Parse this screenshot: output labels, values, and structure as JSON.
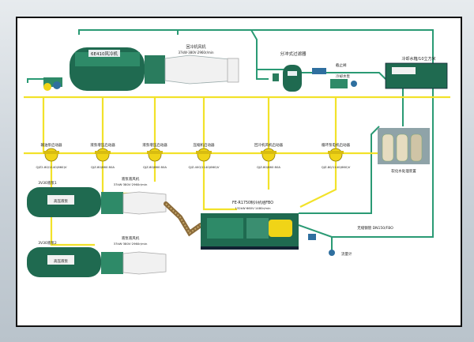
{
  "colors": {
    "pipe_green": "#2a9a74",
    "cable_yellow": "#f2e22a",
    "equipment_green": "#1f6a50",
    "motor_yellow": "#f0d417",
    "fan_white": "#f1f1f1"
  },
  "labels": {
    "main_unit": "6E410风冷机",
    "exhaust_fan": "回冷机风机",
    "exhaust_fan_spec": "37kW·380V·2960r/min",
    "separator": "分冲式过滤器",
    "water_tank": "冷却水箱/10立方米",
    "pump_label": "冷却水泵",
    "valve_label": "截止阀",
    "starter_1": "输油泵启动器",
    "starter_2": "液泵增压启动器",
    "starter_3": "液泵增压启动器",
    "starter_4": "压缩机启动器",
    "starter_5": "回冷机风机启动器",
    "starter_6": "循环泵电机启动器",
    "starter_1_spec": "QJZ2-80/1140(660)V",
    "starter_2_spec": "QJZ-80/660 80A",
    "starter_3_spec": "QJZ-80/660 80A",
    "starter_4_spec": "QJZ-400/1140(660)V",
    "starter_5_spec": "QJZ-80/660 80A",
    "starter_6_spec": "QJZ-80/1140(660)V",
    "treatment": "软化水处理装置",
    "tank_a": "3V30液泵1",
    "tank_a_sign": "高压液泵",
    "tank_a_fan": "液泵液风机",
    "tank_a_fan_spec": "37kW·380V·2960r/min",
    "tank_b": "3V30液泵2",
    "tank_b_sign": "高压液泵",
    "tank_b_fan": "液泵液风机",
    "tank_b_fan_spec": "37kW·380V·2960r/min",
    "compressor": "FE-R1750制冷机组FBO",
    "compressor_spec": "132kW·660V·1480r/min",
    "pipe_valve": "无缝钢管 DN150/FBO",
    "flow_meter": "流量计"
  }
}
